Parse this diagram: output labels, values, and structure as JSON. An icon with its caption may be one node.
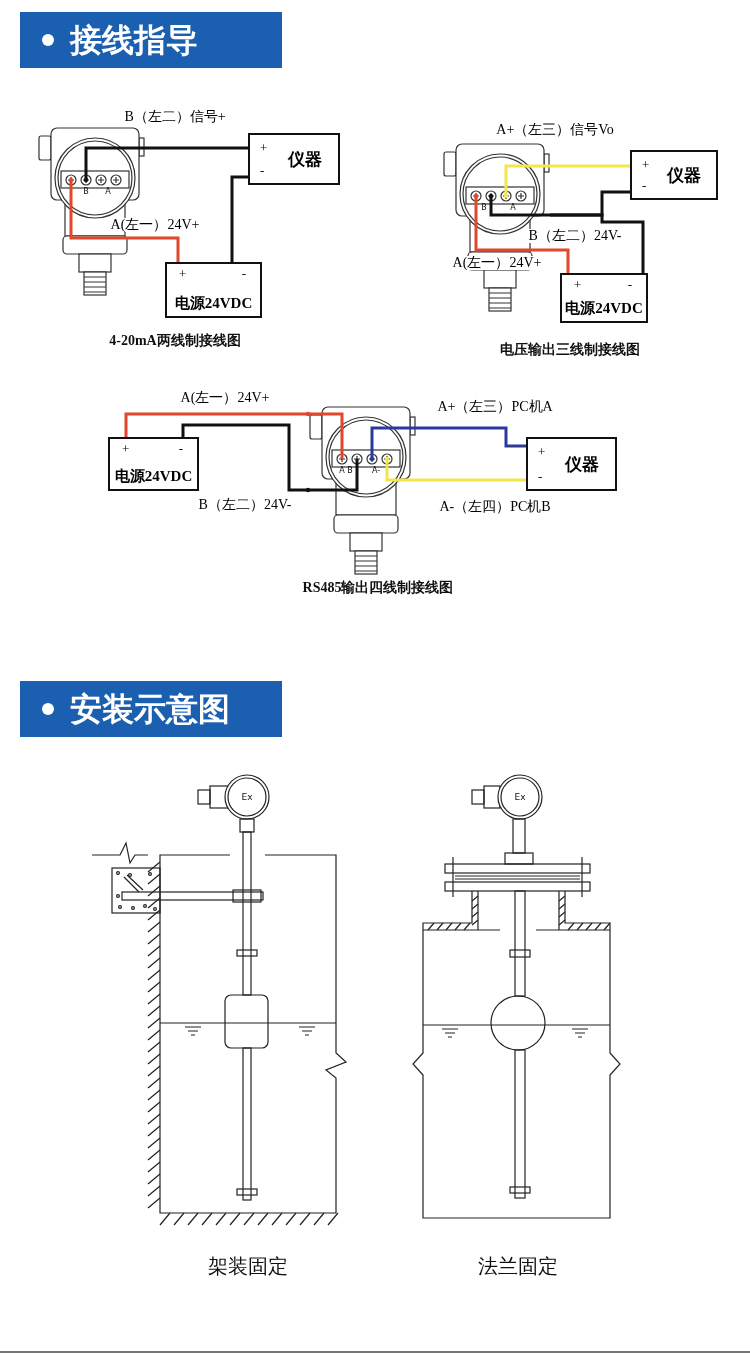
{
  "diagram": {
    "nodes": [
      {
        "text": [
          "接线指导"
        ]
      },
      {
        "text": [],
        "shape": "picture"
      },
      {
        "text": [
          "+",
          "仪器",
          "-"
        ]
      },
      {
        "text": [
          "+",
          "-",
          "电源24VDC"
        ]
      },
      {
        "text": [],
        "shape": "picture"
      },
      {
        "text": [
          "+",
          "仪器",
          "-"
        ]
      },
      {
        "text": [
          "+",
          "-",
          "电源24VDC"
        ]
      },
      {
        "text": [
          "+",
          "-",
          "电源24VDC"
        ]
      },
      {
        "text": [],
        "shape": "picture"
      },
      {
        "text": [
          "+",
          "仪器",
          "-"
        ]
      },
      {
        "text": [
          "安装示意图"
        ]
      }
    ],
    "edges": [
      {
        "from": 1,
        "to": 2,
        "arrow": "none",
        "label": "B（左二）信号+"
      },
      {
        "from": 1,
        "to": 3,
        "arrow": "none",
        "label": "A(左一）24V+",
        "color": "#e0472b"
      },
      {
        "from": 2,
        "to": 3,
        "arrow": "none"
      },
      {
        "from": 4,
        "to": 5,
        "arrow": "none",
        "label": "A+（左三）信号Vo",
        "color": "#f2e64b"
      },
      {
        "from": 4,
        "to": 5,
        "arrow": "none",
        "label": "B（左二）24V-"
      },
      {
        "from": 4,
        "to": 6,
        "arrow": "none"
      },
      {
        "from": 4,
        "to": 6,
        "arrow": "none",
        "label": "A(左一）24V+",
        "color": "#e0472b"
      },
      {
        "from": 7,
        "to": 8,
        "arrow": "none",
        "label": "A(左一）24V+",
        "color": "#e0472b"
      },
      {
        "from": 7,
        "to": 8,
        "arrow": "none",
        "label": "B（左二）24V-"
      },
      {
        "from": 8,
        "to": 9,
        "arrow": "none",
        "label": "A+（左三）PC机A",
        "color": "#2b3a9c"
      },
      {
        "from": 8,
        "to": 9,
        "arrow": "none",
        "label": "A-（左四）PC机B",
        "color": "#f2e64b"
      }
    ],
    "labels": [
      "B",
      "A",
      "B",
      "A",
      "4-20mA两线制接线图",
      "电压输出三线制接线图",
      "A",
      "B",
      "A-",
      "RS485输出四线制接线图",
      "Ex",
      "Ex",
      "架装固定",
      "法兰固定"
    ]
  }
}
